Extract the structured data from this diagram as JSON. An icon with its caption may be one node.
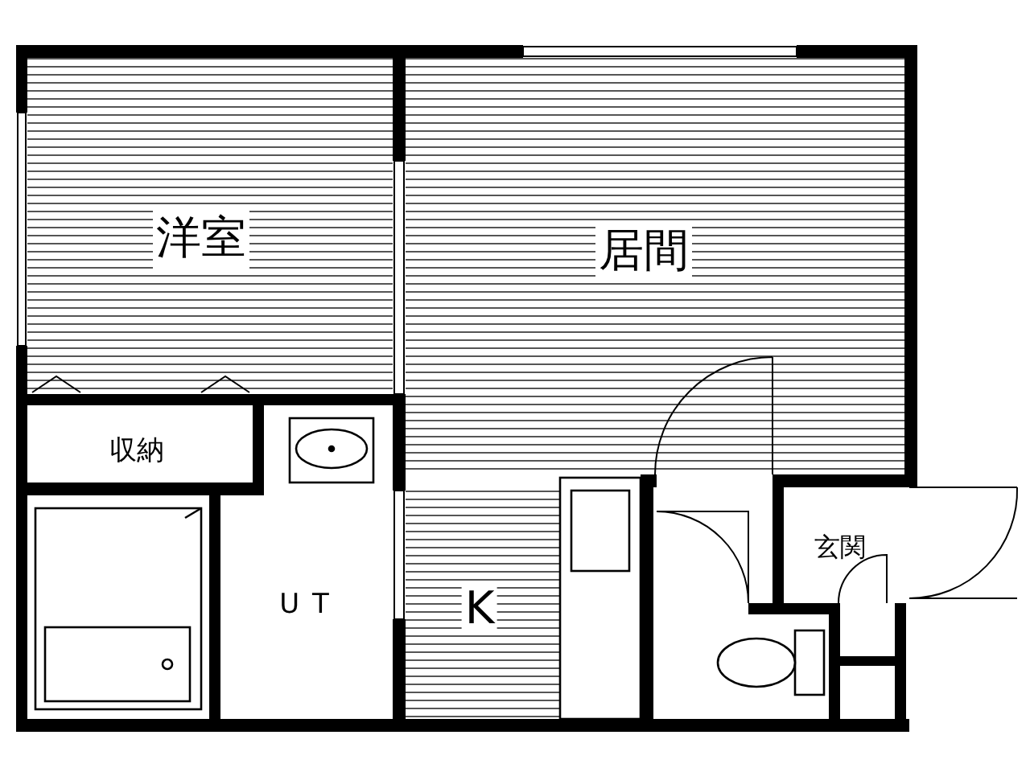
{
  "diagram": {
    "nodes": [
      {
        "text": [
          "洋室"
        ]
      },
      {
        "text": [
          "居間"
        ]
      },
      {
        "text": [
          "収納"
        ]
      },
      {
        "text": [
          "UT"
        ]
      },
      {
        "text": [
          "K"
        ]
      },
      {
        "text": [
          "玄関"
        ]
      }
    ]
  }
}
